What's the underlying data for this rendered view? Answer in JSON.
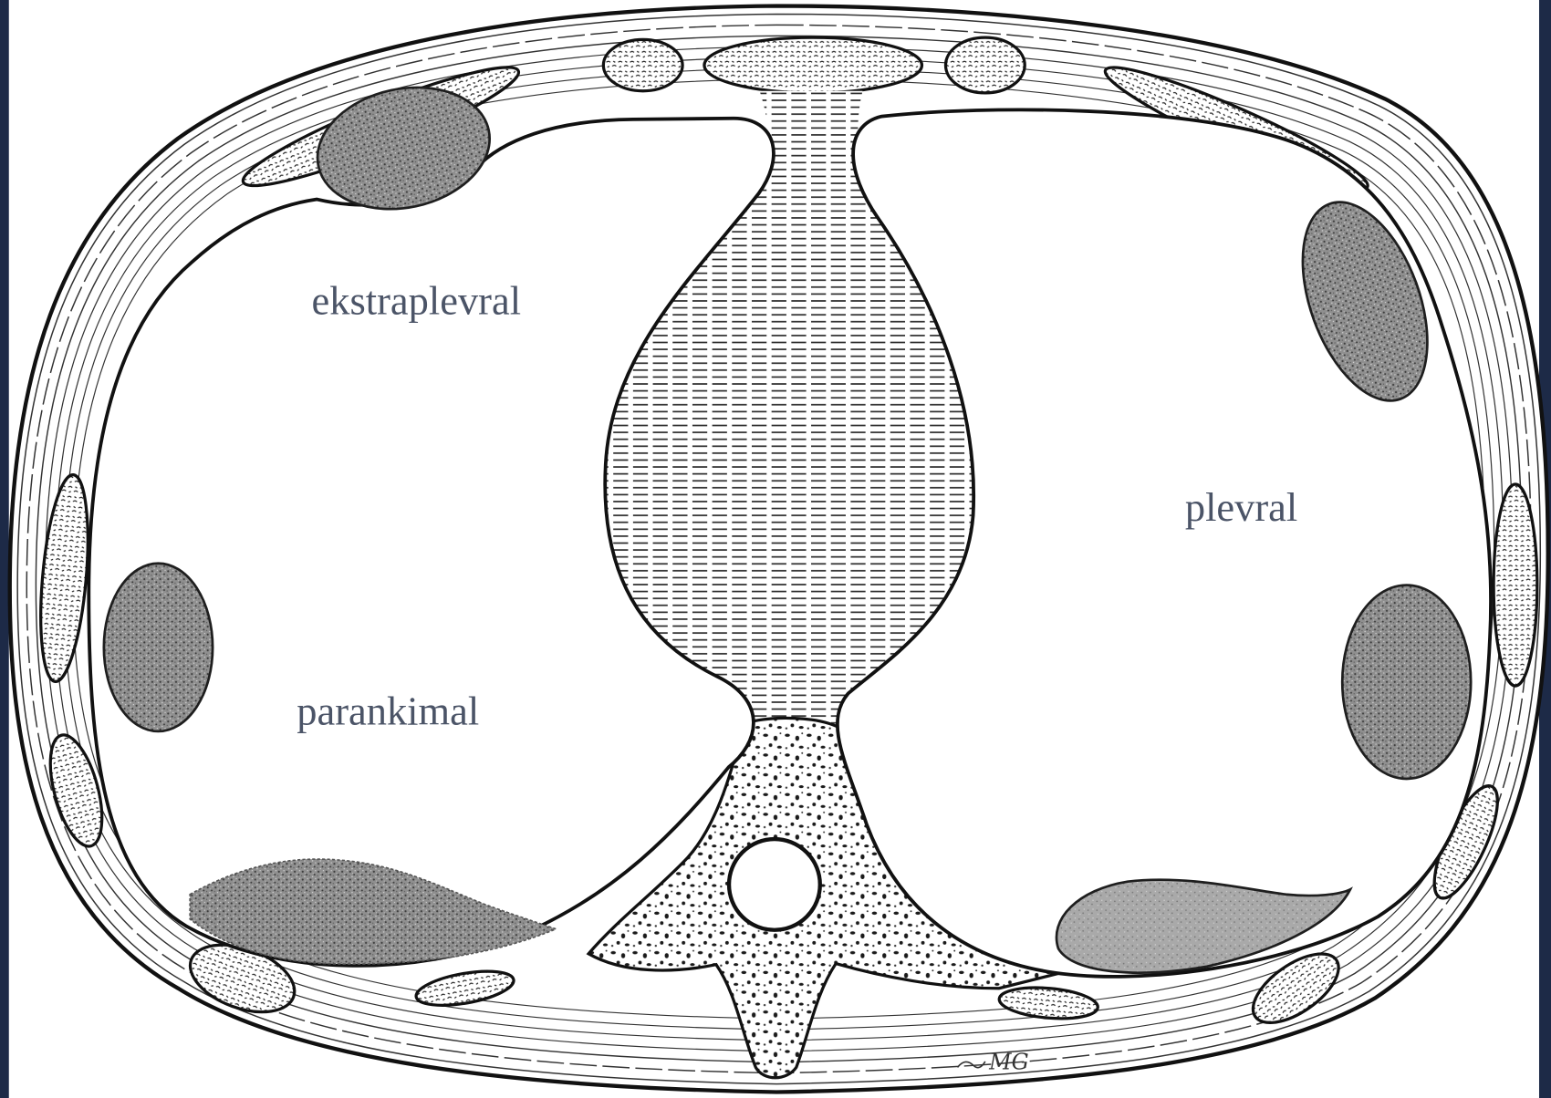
{
  "labels": {
    "extrapleural": "ekstraplevral",
    "pleural": "plevral",
    "parenchymal": "parankimal"
  },
  "signature": "MG",
  "colors": {
    "slide_border": "#1d2a47",
    "label_text": "#4b5467",
    "lesion": "#8f8f8f"
  }
}
